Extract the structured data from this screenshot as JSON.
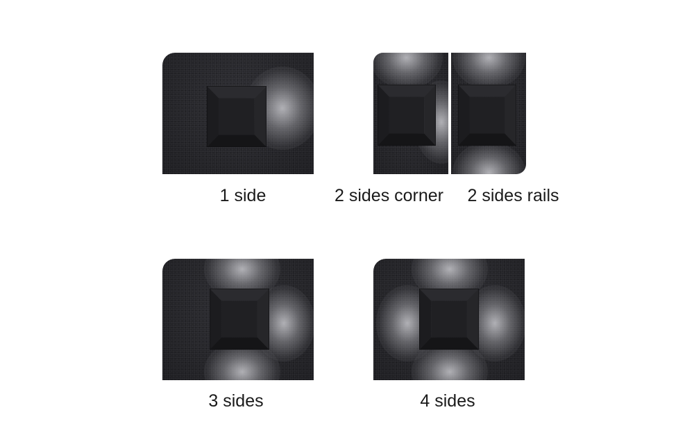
{
  "labels": {
    "one_side": "1 side",
    "two_sides_corner": "2 sides corner",
    "two_sides_rails": "2 sides rails",
    "three_sides": "3 sides",
    "four_sides": "4 sides"
  },
  "colors": {
    "panel": "#26262a",
    "cap_face": "#1f1f22",
    "glow": "#c8c8cd",
    "text": "#1a1a1a"
  }
}
